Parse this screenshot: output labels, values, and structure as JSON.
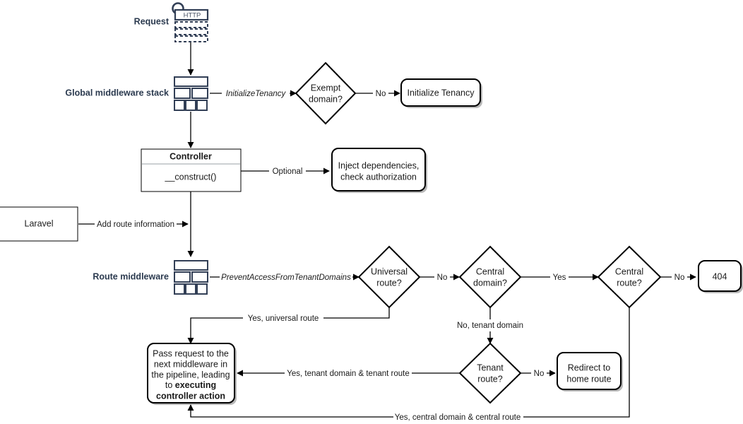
{
  "diagram": {
    "title": "Laravel multi-tenancy request lifecycle flowchart",
    "colors": {
      "icon": "#323f56",
      "label": "#2b3a4f",
      "stroke": "#000000",
      "background": "#ffffff"
    },
    "row_labels": {
      "request": "Request",
      "global_middleware": "Global middleware stack",
      "route_middleware": "Route middleware"
    },
    "nodes": {
      "http_request_icon": "HTTP",
      "exempt_domain": "Exempt domain?",
      "exempt_domain_l1": "Exempt",
      "exempt_domain_l2": "domain?",
      "initialize_tenancy": "Initialize Tenancy",
      "controller_header": "Controller",
      "controller_method": "__construct()",
      "inject_deps_l1": "Inject dependencies,",
      "inject_deps_l2": "check authorization",
      "laravel": "Laravel",
      "universal_route_l1": "Universal",
      "universal_route_l2": "route?",
      "central_domain_l1": "Central",
      "central_domain_l2": "domain?",
      "central_route_l1": "Central",
      "central_route_l2": "route?",
      "not_found": "404",
      "tenant_route_l1": "Tenant",
      "tenant_route_l2": "route?",
      "redirect_home_l1": "Redirect to",
      "redirect_home_l2": "home route",
      "pass_request_l1": "Pass request to the",
      "pass_request_l2": "next middleware in",
      "pass_request_l3": "the pipeline, leading",
      "pass_request_l4_plain": "to ",
      "pass_request_l4_bold": "executing",
      "pass_request_l5_bold": "controller action"
    },
    "edge_labels": {
      "initialize_tenancy": "InitializeTenancy",
      "exempt_no": "No",
      "optional": "Optional",
      "add_route_information": "Add route information",
      "prevent_access": "PreventAccessFromTenantDomains",
      "universal_no": "No",
      "central_domain_yes": "Yes",
      "central_route_no": "No",
      "yes_universal_route": "Yes, universal route",
      "no_tenant_domain": "No, tenant domain",
      "tenant_route_no": "No",
      "yes_tenant_domain_tenant_route": "Yes, tenant domain & tenant route",
      "yes_central_domain_central_route": "Yes, central domain & central route"
    }
  }
}
